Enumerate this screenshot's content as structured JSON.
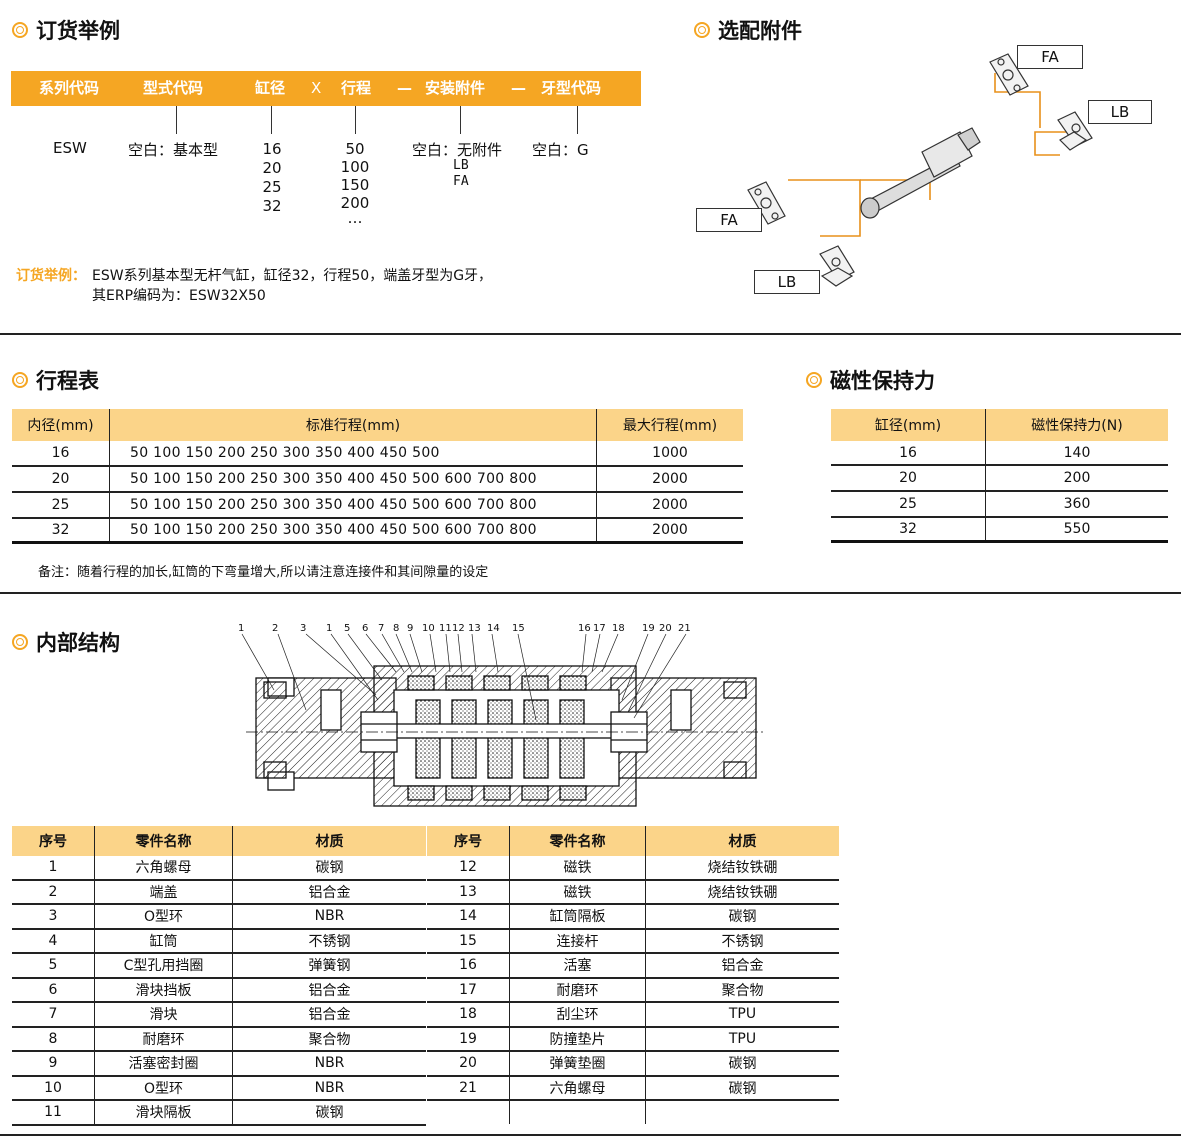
{
  "order": {
    "title": "订货举例",
    "bar": [
      "系列代码",
      "型式代码",
      "缸径",
      "X",
      "行程",
      "—",
      "安装附件",
      "—",
      "牙型代码"
    ],
    "series_code": "ESW",
    "type_code": "空白：基本型",
    "bores": [
      "16",
      "20",
      "25",
      "32"
    ],
    "strokes": [
      "50",
      "100",
      "150",
      "200",
      "…"
    ],
    "mount": "空白：无附件",
    "mount_opts": [
      "LB",
      "FA"
    ],
    "thread": "空白：G",
    "example_label": "订货举例：",
    "example_line1": "ESW系列基本型无杆气缸，缸径32，行程50，端盖牙型为G牙，",
    "example_line2": "其ERP编码为：ESW32X50"
  },
  "accessories": {
    "title": "选配附件",
    "labels": [
      "FA",
      "LB",
      "FA",
      "LB"
    ]
  },
  "stroke_table": {
    "title": "行程表",
    "headers": [
      "内径(mm)",
      "标准行程(mm)",
      "最大行程(mm)"
    ],
    "rows": [
      {
        "bore": "16",
        "std": "50  100  150  200  250  300  350  400  450  500",
        "max": "1000"
      },
      {
        "bore": "20",
        "std": "50  100  150  200  250  300  350  400  450  500  600  700  800",
        "max": "2000"
      },
      {
        "bore": "25",
        "std": "50  100  150  200  250  300  350  400  450  500  600  700  800",
        "max": "2000"
      },
      {
        "bore": "32",
        "std": "50  100  150  200  250  300  350  400  450  500  600  700  800",
        "max": "2000"
      }
    ],
    "note": "备注：随着行程的加长,缸筒的下弯量增大,所以请注意连接件和其间隙量的设定"
  },
  "magnet_table": {
    "title": "磁性保持力",
    "headers": [
      "缸径(mm)",
      "磁性保持力(N)"
    ],
    "rows": [
      {
        "bore": "16",
        "force": "140"
      },
      {
        "bore": "20",
        "force": "200"
      },
      {
        "bore": "25",
        "force": "360"
      },
      {
        "bore": "32",
        "force": "550"
      }
    ]
  },
  "structure": {
    "title": "内部结构",
    "callouts": [
      "1",
      "2",
      "3",
      "1",
      "5",
      "6",
      "7",
      "8",
      "9",
      "10",
      "11",
      "12",
      "13",
      "14",
      "15",
      "16",
      "17",
      "18",
      "19",
      "20",
      "21"
    ]
  },
  "parts": {
    "headers": [
      "序号",
      "零件名称",
      "材质"
    ],
    "left": [
      {
        "no": "1",
        "name": "六角螺母",
        "mat": "碳钢"
      },
      {
        "no": "2",
        "name": "端盖",
        "mat": "铝合金"
      },
      {
        "no": "3",
        "name": "O型环",
        "mat": "NBR"
      },
      {
        "no": "4",
        "name": "缸筒",
        "mat": "不锈钢"
      },
      {
        "no": "5",
        "name": "C型孔用挡圈",
        "mat": "弹簧钢"
      },
      {
        "no": "6",
        "name": "滑块挡板",
        "mat": "铝合金"
      },
      {
        "no": "7",
        "name": "滑块",
        "mat": "铝合金"
      },
      {
        "no": "8",
        "name": "耐磨环",
        "mat": "聚合物"
      },
      {
        "no": "9",
        "name": "活塞密封圈",
        "mat": "NBR"
      },
      {
        "no": "10",
        "name": "O型环",
        "mat": "NBR"
      },
      {
        "no": "11",
        "name": "滑块隔板",
        "mat": "碳钢"
      }
    ],
    "right": [
      {
        "no": "12",
        "name": "磁铁",
        "mat": "烧结钕铁硼"
      },
      {
        "no": "13",
        "name": "磁铁",
        "mat": "烧结钕铁硼"
      },
      {
        "no": "14",
        "name": "缸筒隔板",
        "mat": "碳钢"
      },
      {
        "no": "15",
        "name": "连接杆",
        "mat": "不锈钢"
      },
      {
        "no": "16",
        "name": "活塞",
        "mat": "铝合金"
      },
      {
        "no": "17",
        "name": "耐磨环",
        "mat": "聚合物"
      },
      {
        "no": "18",
        "name": "刮尘环",
        "mat": "TPU"
      },
      {
        "no": "19",
        "name": "防撞垫片",
        "mat": "TPU"
      },
      {
        "no": "20",
        "name": "弹簧垫圈",
        "mat": "碳钢"
      },
      {
        "no": "21",
        "name": "六角螺母",
        "mat": "碳钢"
      }
    ]
  }
}
